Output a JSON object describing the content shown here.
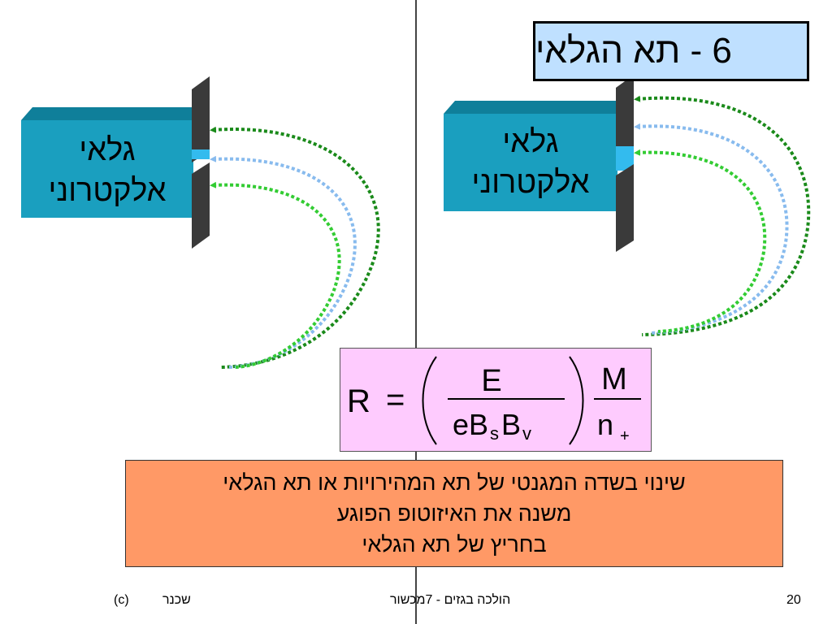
{
  "title": "6 - תא הגלאי",
  "detector_left": {
    "line1": "גלאי",
    "line2": "אלקטרוני"
  },
  "detector_right": {
    "line1": "גלאי",
    "line2": "אלקטרוני"
  },
  "formula": {
    "lhs": "R",
    "equals": "=",
    "numerator": "E",
    "den_e": "e",
    "den_B1": "B",
    "den_s": "s",
    "den_B2": "B",
    "den_v": "v",
    "mass": "M",
    "charge": "n",
    "charge_sign": "+"
  },
  "note": {
    "line1": "שינוי בשדה המגנטי של תא המהירויות או תא הגלאי",
    "line2": "משנה את האיזוטופ הפוגע",
    "line3": "בחריץ של תא הגלאי"
  },
  "footer": {
    "copyright": "(c)",
    "author": "שכנר",
    "course": "הולכה בגזים  - 7מכשור",
    "page_number": "20"
  },
  "colors": {
    "title_bg": "#bfe0ff",
    "detector_box": "#1a9fbf",
    "plate": "#404040",
    "slit": "#33bbee",
    "arc_dark_green": "#1a8a1a",
    "arc_light_blue": "#88bbee",
    "arc_green": "#33cc33",
    "formula_bg": "#fecbfe",
    "note_bg": "#ff9966"
  }
}
